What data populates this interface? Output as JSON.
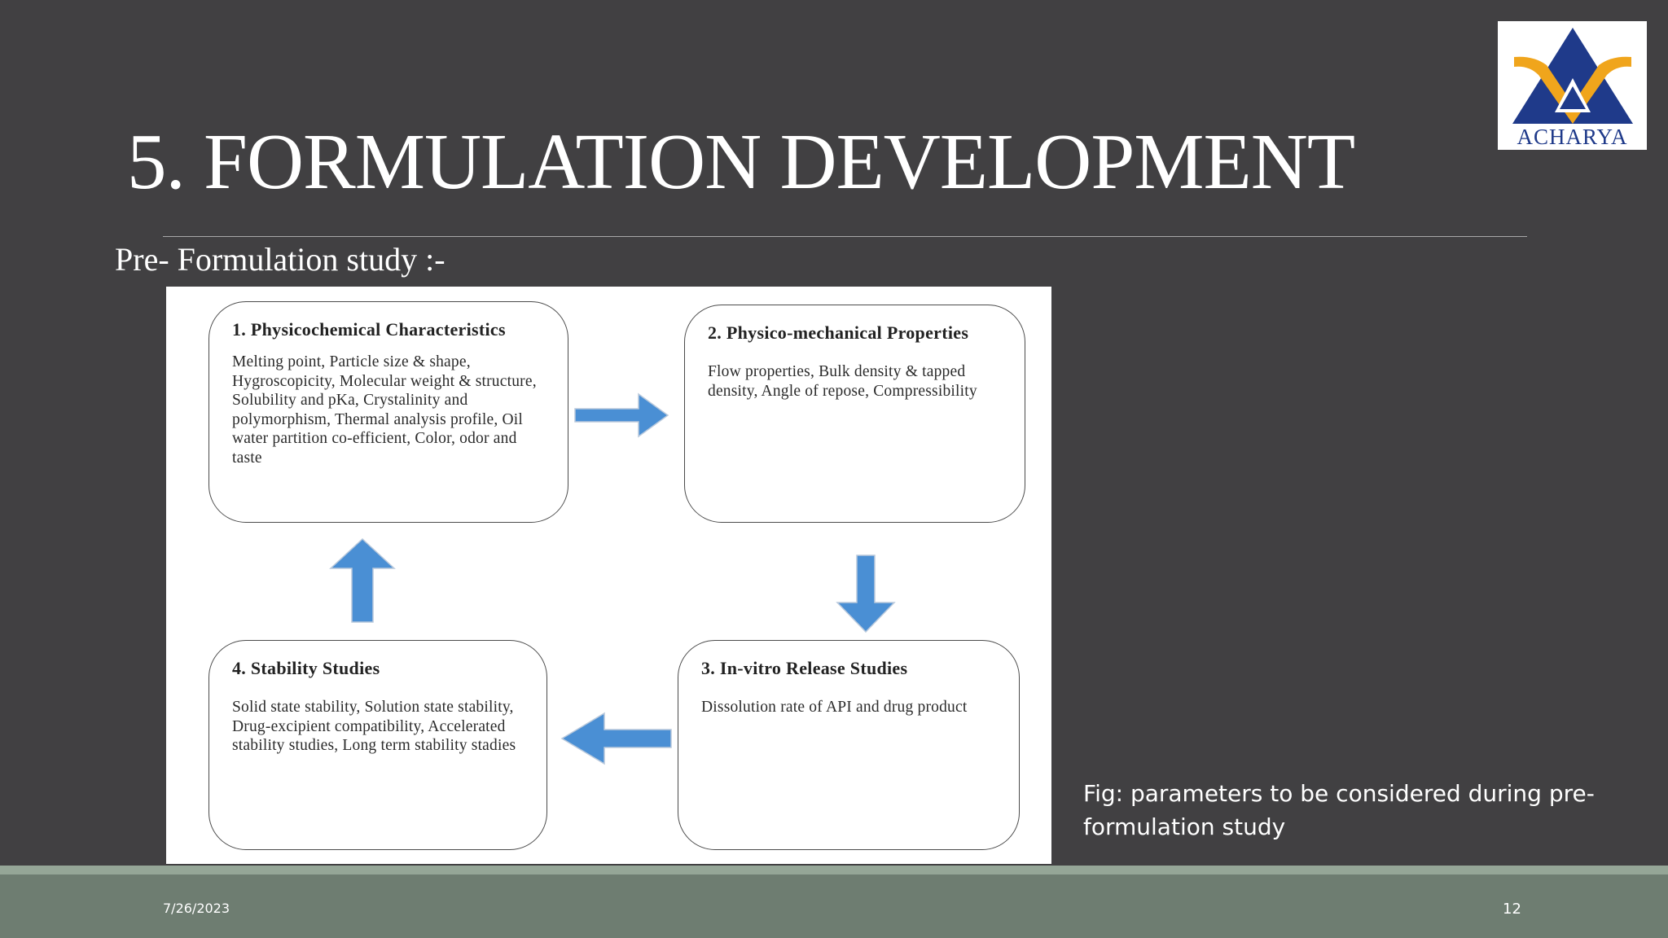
{
  "logo": {
    "text": "ACHARYA"
  },
  "slide": {
    "title": "5. FORMULATION DEVELOPMENT",
    "subtitle": "Pre- Formulation study :-",
    "caption": "Fig: parameters to be considered during pre-formulation study"
  },
  "figure": {
    "boxes": [
      {
        "title": "1. Physicochemical Characteristics",
        "body": "Melting point, Particle size & shape, Hygroscopicity, Molecular weight & structure, Solubility and pKa, Crystalinity and polymorphism, Thermal analysis profile, Oil water partition co-efficient, Color, odor and taste"
      },
      {
        "title": "2. Physico-mechanical Properties",
        "body": "Flow properties, Bulk density & tapped density, Angle of repose, Compressibility"
      },
      {
        "title": "3. In-vitro Release Studies",
        "body": "Dissolution rate of API and drug product"
      },
      {
        "title": "4. Stability Studies",
        "body": "Solid state stability, Solution state stability, Drug-excipient compatibility, Accelerated stability studies, Long term stability stadies"
      }
    ],
    "arrow_color": "#4a8fd4"
  },
  "footer": {
    "date": "7/26/2023",
    "page": "12"
  }
}
